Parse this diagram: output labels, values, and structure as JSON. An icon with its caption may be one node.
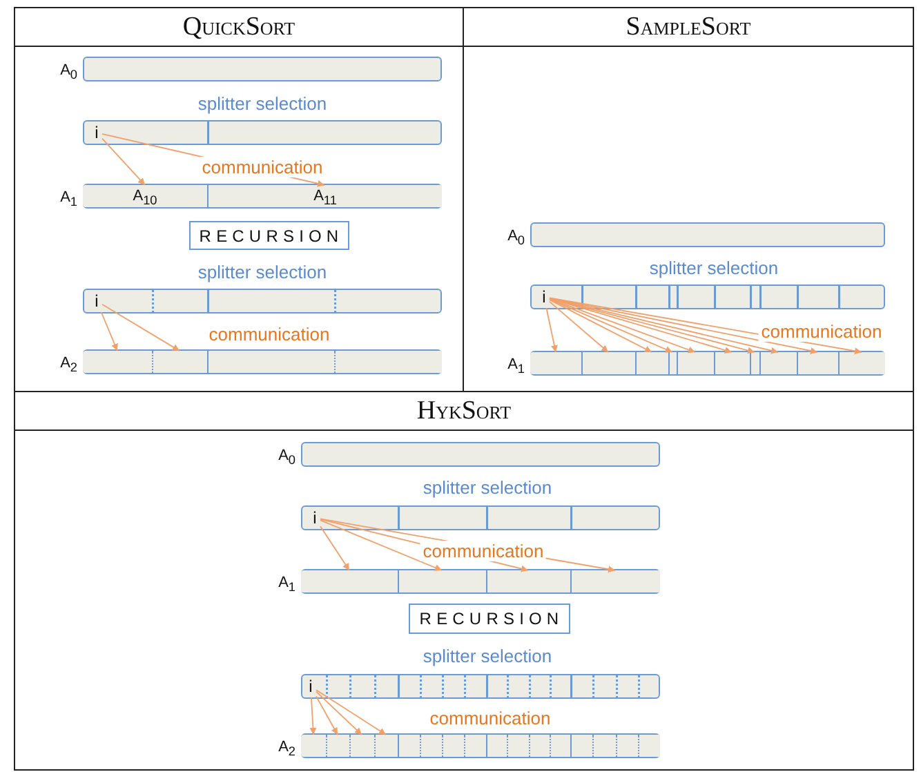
{
  "diagram": {
    "nodes": [
      {
        "text": [
          "QuickSort"
        ]
      },
      {
        "text": [],
        "shape": "bar",
        "in": 0,
        "beside": [
          "A$_{0}$"
        ]
      },
      {
        "text": [],
        "shape": "bar",
        "in": 0
      },
      {
        "text": [
          "i"
        ],
        "in": 2
      },
      {
        "text": [],
        "shape": "bar",
        "in": 0,
        "beside": [
          "A$_{1}$"
        ]
      },
      {
        "text": [
          "A$_{10}$"
        ],
        "in": 4
      },
      {
        "text": [
          "A$_{11}$"
        ],
        "in": 4
      },
      {
        "text": [
          "RECURSION"
        ],
        "in": 0
      },
      {
        "text": [],
        "shape": "bar",
        "in": 0
      },
      {
        "text": [
          "i"
        ],
        "in": 8
      },
      {
        "text": [],
        "shape": "bar",
        "in": 0,
        "beside": [
          "A$_{2}$"
        ]
      },
      {
        "text": [],
        "shape": "box",
        "in": 10
      },
      {
        "text": [],
        "shape": "box",
        "in": 10
      },
      {
        "text": [],
        "shape": "box",
        "in": 10
      },
      {
        "text": [],
        "shape": "box",
        "in": 10
      },
      {
        "text": [
          "SampleSort"
        ]
      },
      {
        "text": [],
        "shape": "bar",
        "in": 15,
        "beside": [
          "A$_{0}$"
        ]
      },
      {
        "text": [],
        "shape": "bar",
        "in": 15
      },
      {
        "text": [
          "i"
        ],
        "in": 17
      },
      {
        "text": [],
        "shape": "bar",
        "in": 15,
        "beside": [
          "A$_{1}$"
        ]
      },
      {
        "text": [],
        "shape": "box",
        "in": 19
      },
      {
        "text": [],
        "shape": "box",
        "in": 19
      },
      {
        "text": [],
        "shape": "box",
        "in": 19
      },
      {
        "text": [],
        "shape": "box",
        "in": 19
      },
      {
        "text": [],
        "shape": "box",
        "in": 19
      },
      {
        "text": [],
        "shape": "box",
        "in": 19
      },
      {
        "text": [],
        "shape": "box",
        "in": 19
      },
      {
        "text": [],
        "shape": "box",
        "in": 19
      },
      {
        "text": [],
        "shape": "box",
        "in": 19
      },
      {
        "text": [],
        "shape": "box",
        "in": 19
      },
      {
        "text": [
          "HykSort"
        ]
      },
      {
        "text": [],
        "shape": "bar",
        "in": 30,
        "beside": [
          "A$_{0}$"
        ]
      },
      {
        "text": [],
        "shape": "bar",
        "in": 30
      },
      {
        "text": [
          "i"
        ],
        "in": 32
      },
      {
        "text": [],
        "shape": "bar",
        "in": 30,
        "beside": [
          "A$_{1}$"
        ]
      },
      {
        "text": [],
        "shape": "box",
        "in": 34
      },
      {
        "text": [],
        "shape": "box",
        "in": 34
      },
      {
        "text": [],
        "shape": "box",
        "in": 34
      },
      {
        "text": [],
        "shape": "box",
        "in": 34
      },
      {
        "text": [
          "RECURSION"
        ],
        "in": 30
      },
      {
        "text": [],
        "shape": "bar",
        "in": 30
      },
      {
        "text": [
          "i"
        ],
        "in": 40
      },
      {
        "text": [],
        "shape": "bar",
        "in": 30,
        "beside": [
          "A$_{2}$"
        ]
      },
      {
        "text": [],
        "shape": "box",
        "in": 42
      },
      {
        "text": [],
        "shape": "box",
        "in": 42
      },
      {
        "text": [],
        "shape": "box",
        "in": 42
      },
      {
        "text": [],
        "shape": "box",
        "in": 42
      },
      {
        "text": [],
        "shape": "box",
        "in": 42
      },
      {
        "text": [],
        "shape": "box",
        "in": 42
      },
      {
        "text": [],
        "shape": "box",
        "in": 42
      },
      {
        "text": [],
        "shape": "box",
        "in": 42
      },
      {
        "text": [],
        "shape": "box",
        "in": 42
      },
      {
        "text": [],
        "shape": "box",
        "in": 42
      },
      {
        "text": [],
        "shape": "box",
        "in": 42
      },
      {
        "text": [],
        "shape": "box",
        "in": 42
      },
      {
        "text": [],
        "shape": "box",
        "in": 42
      },
      {
        "text": [],
        "shape": "box",
        "in": 42
      },
      {
        "text": [],
        "shape": "box",
        "in": 42
      },
      {
        "text": [],
        "shape": "box",
        "in": 42
      }
    ],
    "edges": [
      {
        "from": 3,
        "to": 5,
        "arrow": "to"
      },
      {
        "from": 3,
        "to": 6,
        "arrow": "to"
      },
      {
        "from": 9,
        "to": 11,
        "arrow": "to"
      },
      {
        "from": 9,
        "to": 12,
        "arrow": "to"
      },
      {
        "from": 18,
        "to": 20,
        "arrow": "to"
      },
      {
        "from": 18,
        "to": 21,
        "arrow": "to"
      },
      {
        "from": 18,
        "to": 22,
        "arrow": "to"
      },
      {
        "from": 18,
        "to": 23,
        "arrow": "to"
      },
      {
        "from": 18,
        "to": 24,
        "arrow": "to"
      },
      {
        "from": 18,
        "to": 25,
        "arrow": "to"
      },
      {
        "from": 18,
        "to": 26,
        "arrow": "to"
      },
      {
        "from": 18,
        "to": 27,
        "arrow": "to"
      },
      {
        "from": 18,
        "to": 28,
        "arrow": "to"
      },
      {
        "from": 18,
        "to": 29,
        "arrow": "to"
      },
      {
        "from": 33,
        "to": 35,
        "arrow": "to"
      },
      {
        "from": 33,
        "to": 36,
        "arrow": "to"
      },
      {
        "from": 33,
        "to": 37,
        "arrow": "to"
      },
      {
        "from": 33,
        "to": 38,
        "arrow": "to"
      },
      {
        "from": 41,
        "to": 43,
        "arrow": "to"
      },
      {
        "from": 41,
        "to": 44,
        "arrow": "to"
      },
      {
        "from": 41,
        "to": 45,
        "arrow": "to"
      },
      {
        "from": 41,
        "to": 46,
        "arrow": "to"
      }
    ],
    "labels": [
      "splitter selection",
      "communication",
      "splitter selection",
      "communication",
      "splitter selection",
      "communication",
      "splitter selection",
      "communication",
      "splitter selection",
      "communication"
    ]
  }
}
